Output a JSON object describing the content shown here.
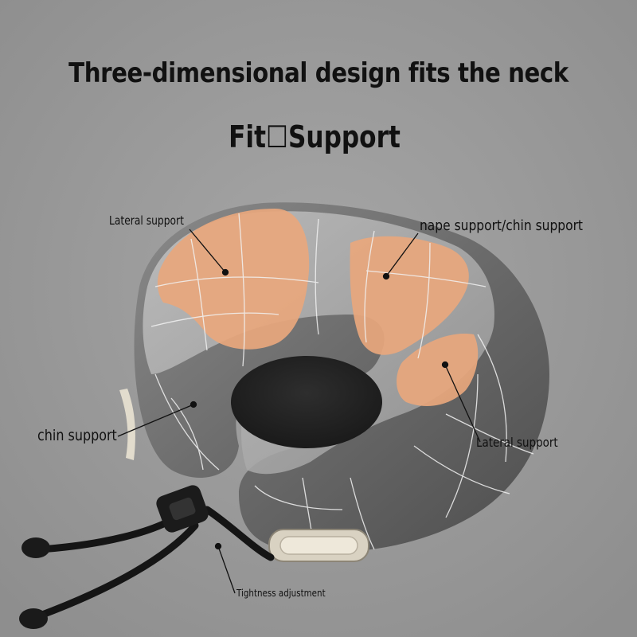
{
  "headline": "Three-dimensional design fits the neck",
  "subhead": "Fit\u0000Support",
  "subhead_display": "Fit☐Support",
  "callouts": {
    "lateral_support_left": "Lateral support",
    "nape_chin_support": "nape support/chin support",
    "chin_support": "chin support",
    "lateral_support_right": "Lateral support",
    "tightness_adjustment": "Tightness adjustment"
  },
  "colors": {
    "background": "#9a9a9a",
    "pillow_gray": "#6f6f6f",
    "pillow_light": "#b5b5b5",
    "support_zone": "#e8a77d",
    "text": "#111111"
  },
  "icons": [
    "neck-pillow-image",
    "drawstring-toggle-icon",
    "buckle-icon"
  ]
}
